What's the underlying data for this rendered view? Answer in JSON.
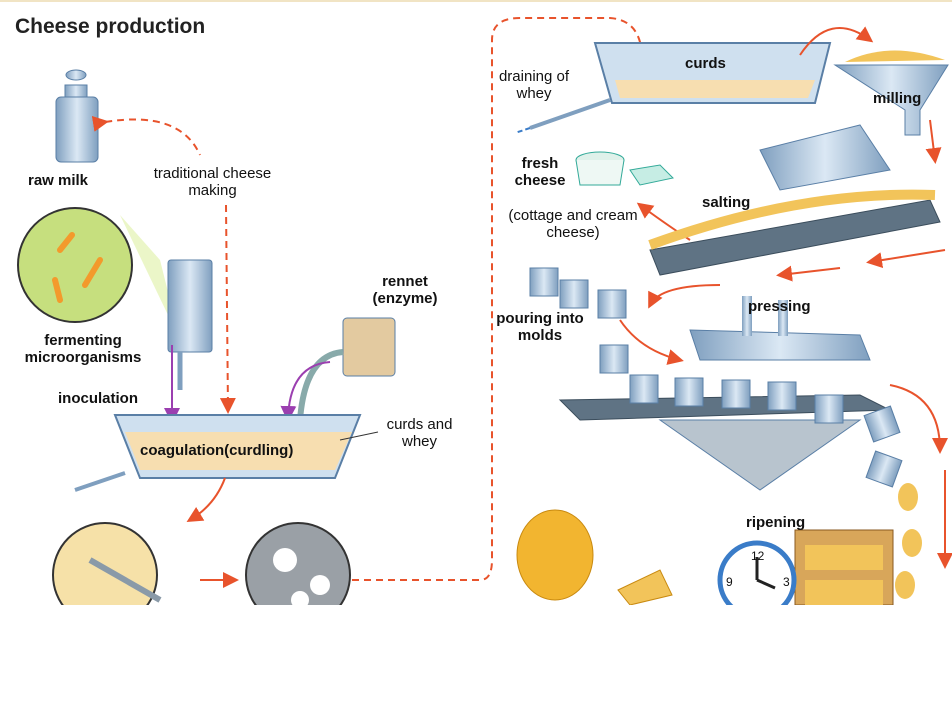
{
  "title": "Cheese production",
  "labels": {
    "raw_milk": "raw milk",
    "traditional": "traditional cheese making",
    "fermenting": "fermenting microorganisms",
    "inoculation": "inoculation",
    "rennet": "rennet (enzyme)",
    "coagulation": "coagulation(curdling)",
    "curds_whey": "curds and whey",
    "draining": "draining of whey",
    "curds": "curds",
    "milling": "milling",
    "fresh_cheese": "fresh cheese",
    "cottage": "(cottage and cream cheese)",
    "salting": "salting",
    "pouring": "pouring into molds",
    "pressing": "pressing",
    "ripening": "ripening"
  },
  "clock": {
    "n12": "12",
    "n9": "9",
    "n3": "3"
  },
  "colors": {
    "arrow": "#e8532c",
    "metal": "#a9c3dc",
    "cheese": "#f2c45a",
    "inoculation_arrow": "#9b3fb0"
  }
}
